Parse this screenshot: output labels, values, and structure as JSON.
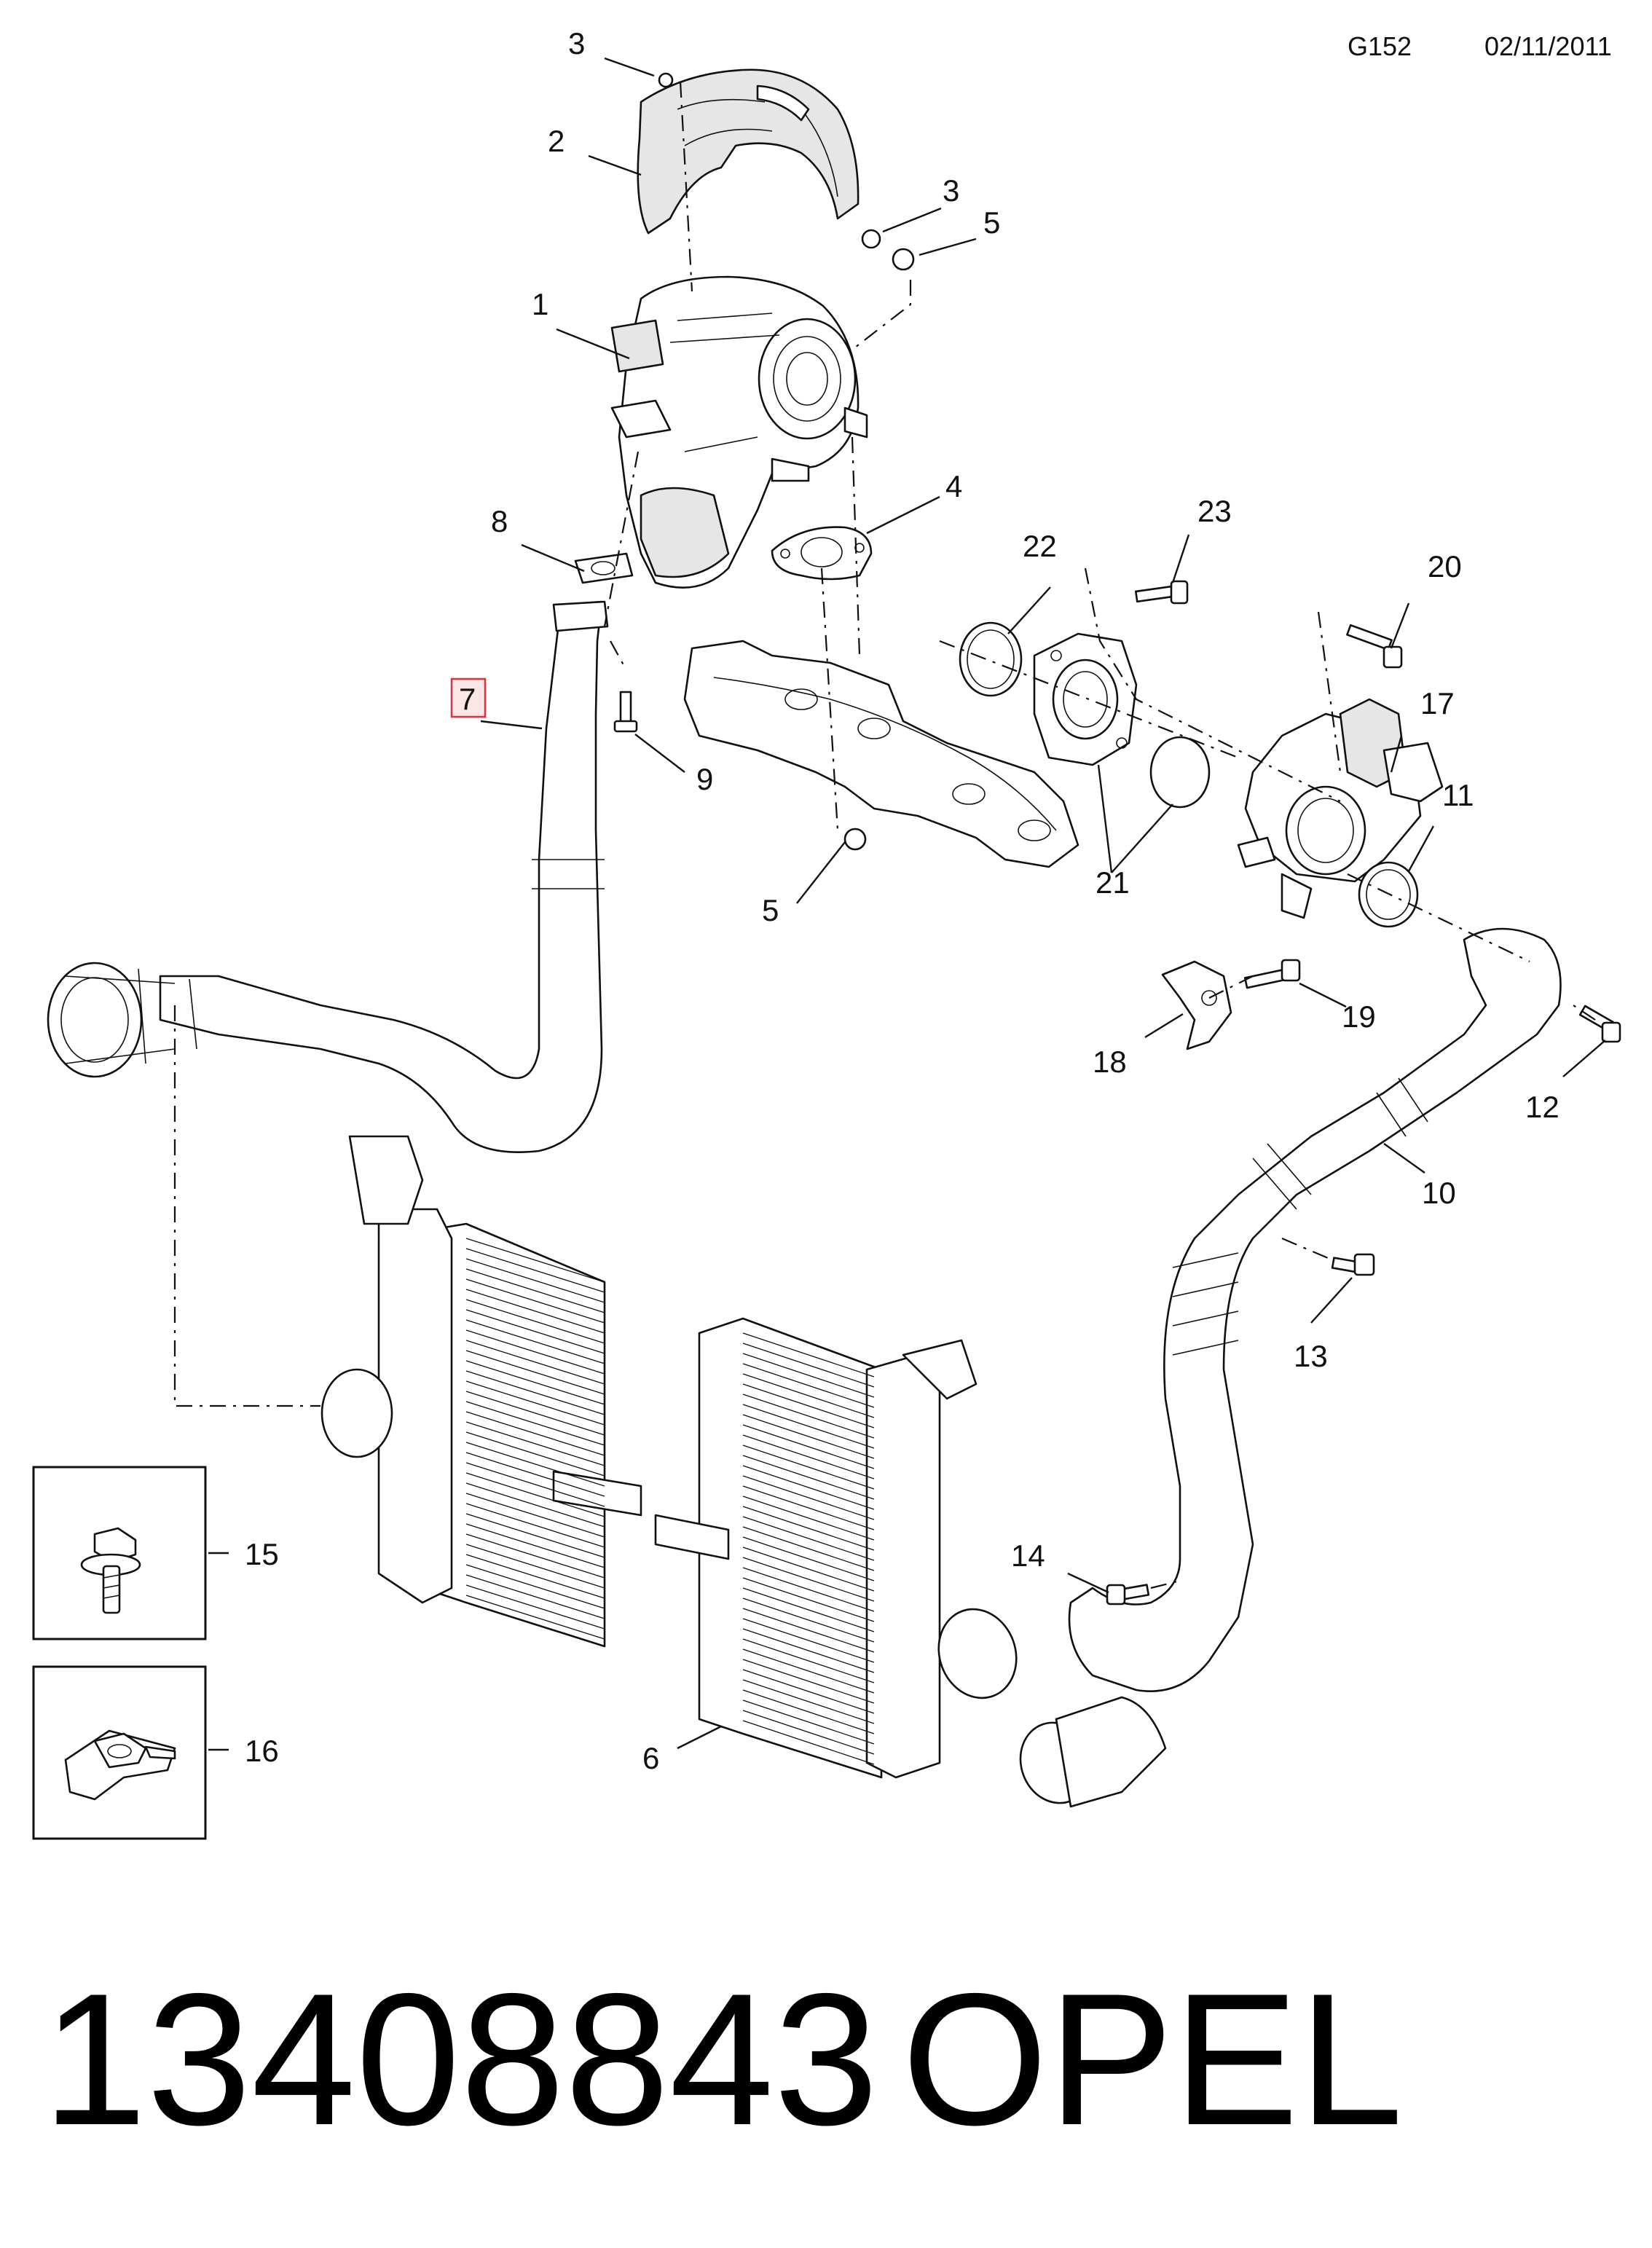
{
  "header": {
    "code": "G152",
    "date": "02/11/2011"
  },
  "callouts": {
    "c1": "1",
    "c2": "2",
    "c3a": "3",
    "c3b": "3",
    "c4": "4",
    "c5a": "5",
    "c5b": "5",
    "c6": "6",
    "c7": "7",
    "c8": "8",
    "c9": "9",
    "c10": "10",
    "c11": "11",
    "c12": "12",
    "c13": "13",
    "c14": "14",
    "c15": "15",
    "c16": "16",
    "c17": "17",
    "c18": "18",
    "c19": "19",
    "c20": "20",
    "c21": "21",
    "c22": "22",
    "c23": "23"
  },
  "highlighted_part": "7",
  "footer": {
    "part_number": "13408843",
    "brand": "OPEL"
  },
  "colors": {
    "highlight_border": "#e0303a",
    "highlight_fill": "#fde6e6",
    "line": "#111111"
  }
}
